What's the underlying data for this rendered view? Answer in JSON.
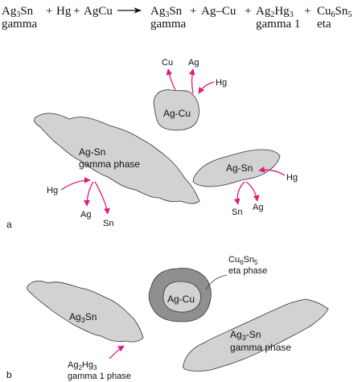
{
  "equation": {
    "reactant1": {
      "base": "Ag",
      "sub1": "3",
      "mid": "Sn"
    },
    "plus": "+",
    "reactant2": "Hg",
    "reactant3": "AgCu",
    "reactant1_label": "gamma",
    "product1": {
      "base": "Ag",
      "sub1": "3",
      "mid": "Sn"
    },
    "product1_label": "gamma",
    "product2": "Ag–Cu",
    "product3": {
      "base": "Ag",
      "sub1": "2",
      "mid": "Hg",
      "sub2": "3"
    },
    "product3_label": "gamma 1",
    "product4": {
      "base": "Cu",
      "sub1": "6",
      "mid": "Sn",
      "sub2": "5"
    },
    "product4_label": "eta"
  },
  "panel_a": {
    "letter": "a",
    "agcu_particle": "Ag-Cu",
    "agcu_out1": "Cu",
    "agcu_out2": "Ag",
    "agcu_in": "Hg",
    "large_grain_line1": "Ag-Sn",
    "large_grain_line2": "gamma phase",
    "large_in": "Hg",
    "large_out1": "Ag",
    "large_out2": "Sn",
    "small_grain": "Ag-Sn",
    "small_in": "Hg",
    "small_out1": "Sn",
    "small_out2": "Ag"
  },
  "panel_b": {
    "letter": "b",
    "left_grain": {
      "base": "Ag",
      "sub1": "3",
      "mid": "Sn"
    },
    "core": "Ag-Cu",
    "shell_label_line1": {
      "base": "Cu",
      "sub1": "6",
      "mid": "Sn",
      "sub2": "5"
    },
    "shell_label_line2": "eta phase",
    "gamma1_label_line1": {
      "base": "Ag",
      "sub1": "2",
      "mid": "Hg",
      "sub2": "3"
    },
    "gamma1_label_line2": "gamma 1 phase",
    "right_grain_line1": {
      "base": "Ag",
      "sub1": "3",
      "mid": "-Sn"
    },
    "right_grain_line2": "gamma phase"
  },
  "colors": {
    "arrow": "#e0197d",
    "grain": "#d2d2d2",
    "shell": "#8f8f8f",
    "outline": "#333333"
  }
}
